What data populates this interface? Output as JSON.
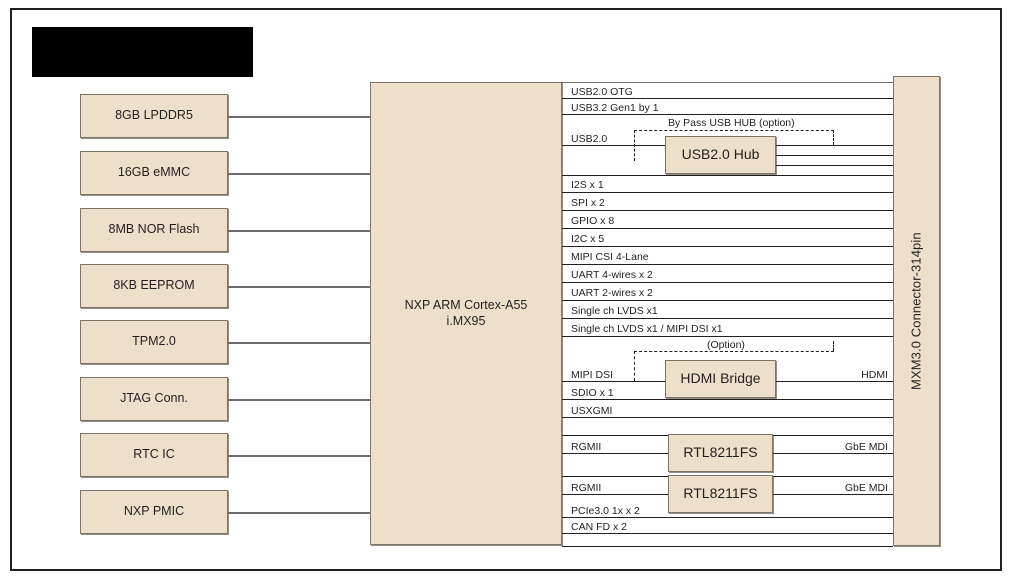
{
  "diagram": {
    "title_redacted": true,
    "colors": {
      "block_fill": "#EDDFC9",
      "block_border": "#7d7468",
      "line": "#231f20",
      "lead": "#6d6d6d",
      "frame": "#231f20"
    },
    "left_blocks": [
      {
        "label": "8GB LPDDR5"
      },
      {
        "label": "16GB eMMC"
      },
      {
        "label": "8MB NOR Flash"
      },
      {
        "label": "8KB EEPROM"
      },
      {
        "label": "TPM2.0"
      },
      {
        "label": "JTAG Conn."
      },
      {
        "label": "RTC IC"
      },
      {
        "label": "NXP PMIC"
      }
    ],
    "soc": {
      "line1": "NXP ARM Cortex-A55",
      "line2": "i.MX95"
    },
    "connector": {
      "label": "MXM3.0 Connector-314pin"
    },
    "inline_blocks": [
      {
        "label": "USB2.0 Hub"
      },
      {
        "label": "HDMI Bridge"
      },
      {
        "label": "RTL8211FS"
      },
      {
        "label": "RTL8211FS"
      }
    ],
    "options": [
      {
        "label": "By Pass USB HUB (option)"
      },
      {
        "label": "(Option)"
      }
    ],
    "signals": [
      {
        "label": "USB2.0 OTG"
      },
      {
        "label": "USB3.2 Gen1 by 1"
      },
      {
        "label": "USB2.0"
      },
      {
        "label": "I2S x 1"
      },
      {
        "label": "SPI x 2"
      },
      {
        "label": "GPIO x 8"
      },
      {
        "label": "I2C x 5"
      },
      {
        "label": "MIPI CSI 4-Lane"
      },
      {
        "label": "UART 4-wires x 2"
      },
      {
        "label": "UART 2-wires x 2"
      },
      {
        "label": "Single ch LVDS x1"
      },
      {
        "label": "Single ch LVDS x1 / MIPI DSI x1"
      },
      {
        "label": "MIPI DSI"
      },
      {
        "label": "SDIO x 1"
      },
      {
        "label": "USXGMI"
      },
      {
        "label": "RGMII"
      },
      {
        "label": "RGMII"
      },
      {
        "label": "PCIe3.0 1x  x 2"
      },
      {
        "label": "CAN FD x 2"
      }
    ],
    "right_signals": [
      {
        "label": "HDMI"
      },
      {
        "label": "GbE MDI"
      },
      {
        "label": "GbE MDI"
      }
    ]
  }
}
